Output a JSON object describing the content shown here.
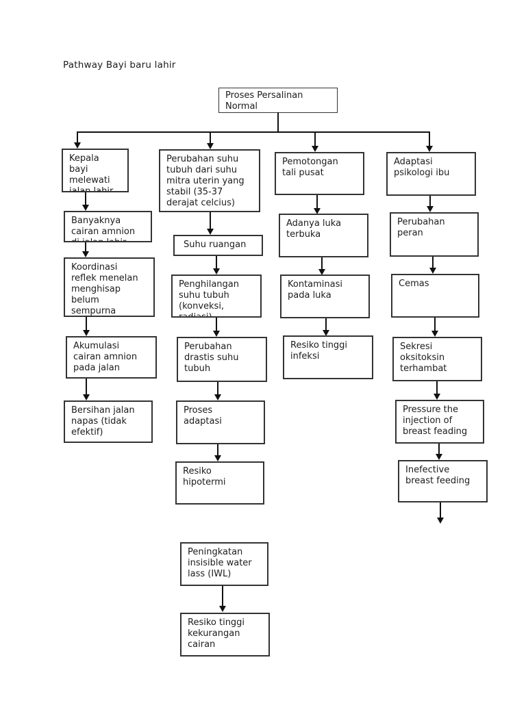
{
  "title": "Pathway Bayi baru lahir",
  "colors": {
    "background": "#ffffff",
    "box_border": "#333333",
    "text": "#1c1c1c",
    "arrow": "#111111"
  },
  "nodes": {
    "root": "Proses Persalinan\nNormal",
    "airway": [
      "Kepala\nbayi\nmelewati\njalan lahir",
      "Banyaknya\ncairan amnion\ndi jalan lahir",
      "Koordinasi\nreflek menelan\nmenghisap\nbelum\nsempurna",
      "Akumulasi\ncairan amnion\npada jalan",
      "Bersihan jalan\nnapas (tidak\nefektif)"
    ],
    "thermo": [
      "Perubahan suhu\ntubuh dari suhu\nmitra uterin yang\nstabil (35-37\nderajat celcius)",
      "Suhu ruangan",
      "Penghilangan\nsuhu tubuh\n(konveksi,\nradiasi)",
      "Perubahan\ndrastis suhu\ntubuh",
      "Proses\nadaptasi",
      "Resiko\nhipotermi"
    ],
    "fluid": [
      "Peningkatan\ninsisible water\nlass (IWL)",
      "Resiko tinggi\nkekurangan\ncairan"
    ],
    "cord": [
      "Pemotongan\ntali pusat",
      "Adanya luka\nterbuka",
      "Kontaminasi\npada luka",
      "Resiko tinggi\ninfeksi"
    ],
    "psych": [
      "Adaptasi\npsikologi ibu",
      "Perubahan\nperan",
      "Cemas",
      "Sekresi\noksitoksin\nterhambat",
      "Pressure the\ninjection of\nbreast feading",
      "Inefective\nbreast feeding"
    ]
  }
}
